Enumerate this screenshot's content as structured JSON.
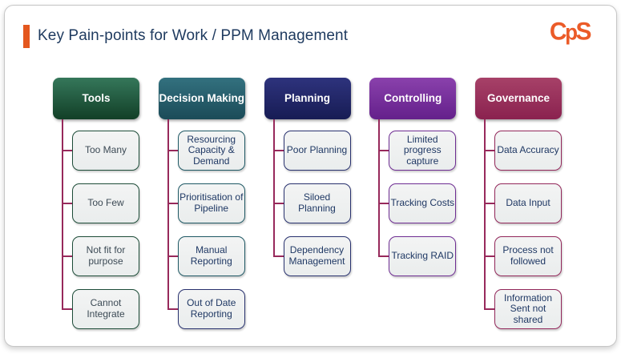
{
  "header": {
    "title": "Key Pain-points for Work / PPM Management",
    "accent_bar_color": "#E4571E",
    "title_color": "#1E3A5F",
    "logo_text": "CpS",
    "logo_color": "#EB5B28"
  },
  "diagram": {
    "connector_color": "#97295B",
    "columns": [
      {
        "label": "Tools",
        "header_gradient_top": "#35775A",
        "header_gradient_bottom": "#123F27",
        "child_border": "#1D4C38",
        "child_text_color": "#3C4A55",
        "children": [
          {
            "label": "Too Many"
          },
          {
            "label": "Too Few"
          },
          {
            "label": "Not fit for purpose"
          },
          {
            "label": "Cannot Integrate"
          }
        ]
      },
      {
        "label": "Decision Making",
        "header_gradient_top": "#33717F",
        "header_gradient_bottom": "#1B4B58",
        "child_border": "#1E5864",
        "child_text_color": "#1F3864",
        "children": [
          {
            "label": "Resourcing Capacity & Demand"
          },
          {
            "label": "Prioritisation of Pipeline"
          },
          {
            "label": "Manual Reporting"
          },
          {
            "label": "Out of Date Reporting",
            "border": "#28316E"
          }
        ]
      },
      {
        "label": "Planning",
        "header_gradient_top": "#2E337D",
        "header_gradient_bottom": "#171C54",
        "child_border": "#28316E",
        "child_text_color": "#1F3864",
        "children": [
          {
            "label": "Poor Planning"
          },
          {
            "label": "Siloed Planning"
          },
          {
            "label": "Dependency Management"
          }
        ]
      },
      {
        "label": "Controlling",
        "header_gradient_top": "#8A41AC",
        "header_gradient_bottom": "#64208B",
        "child_border": "#6E2D92",
        "child_text_color": "#1F3864",
        "children": [
          {
            "label": "Limited progress capture"
          },
          {
            "label": "Tracking Costs"
          },
          {
            "label": "Tracking RAID"
          }
        ]
      },
      {
        "label": "Governance",
        "header_gradient_top": "#A74168",
        "header_gradient_bottom": "#8A224F",
        "child_border": "#92275A",
        "child_text_color": "#1F3864",
        "children": [
          {
            "label": "Data Accuracy"
          },
          {
            "label": "Data Input"
          },
          {
            "label": "Process not followed"
          },
          {
            "label": "Information Sent not shared"
          }
        ]
      }
    ]
  }
}
